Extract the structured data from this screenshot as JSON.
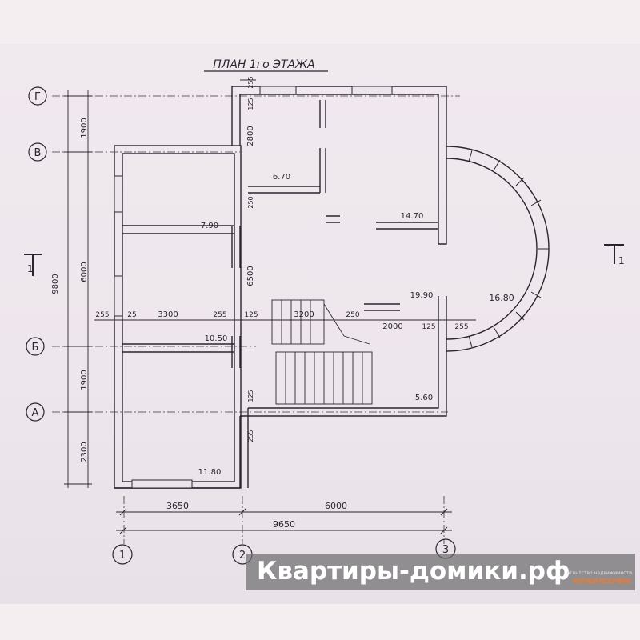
{
  "plan": {
    "title": "ПЛАН 1го ЭТАЖА",
    "axes_letters": [
      "Г",
      "В",
      "Б",
      "А"
    ],
    "axes_numbers": [
      "1",
      "2",
      "3"
    ],
    "section_marks": [
      "1",
      "1"
    ],
    "left_dims": [
      "1900",
      "2800",
      "6000",
      "6500",
      "9800",
      "1900",
      "2300",
      "255",
      "125",
      "250",
      "125",
      "255"
    ],
    "row_dims": [
      "255",
      "25",
      "3300",
      "255",
      "125",
      "3200",
      "250",
      "2000",
      "125",
      "255"
    ],
    "bottom_dims": [
      "3650",
      "6000",
      "9650"
    ],
    "room_areas": [
      "6.70",
      "14.70",
      "7.90",
      "16.80",
      "19.90",
      "10.50",
      "5.60",
      "11.80"
    ]
  },
  "watermark": {
    "text": "Квартиры-домики.рф",
    "sub1": "ЮРЖИЛСЕРВИС",
    "sub2": "Агентство недвижимости"
  }
}
